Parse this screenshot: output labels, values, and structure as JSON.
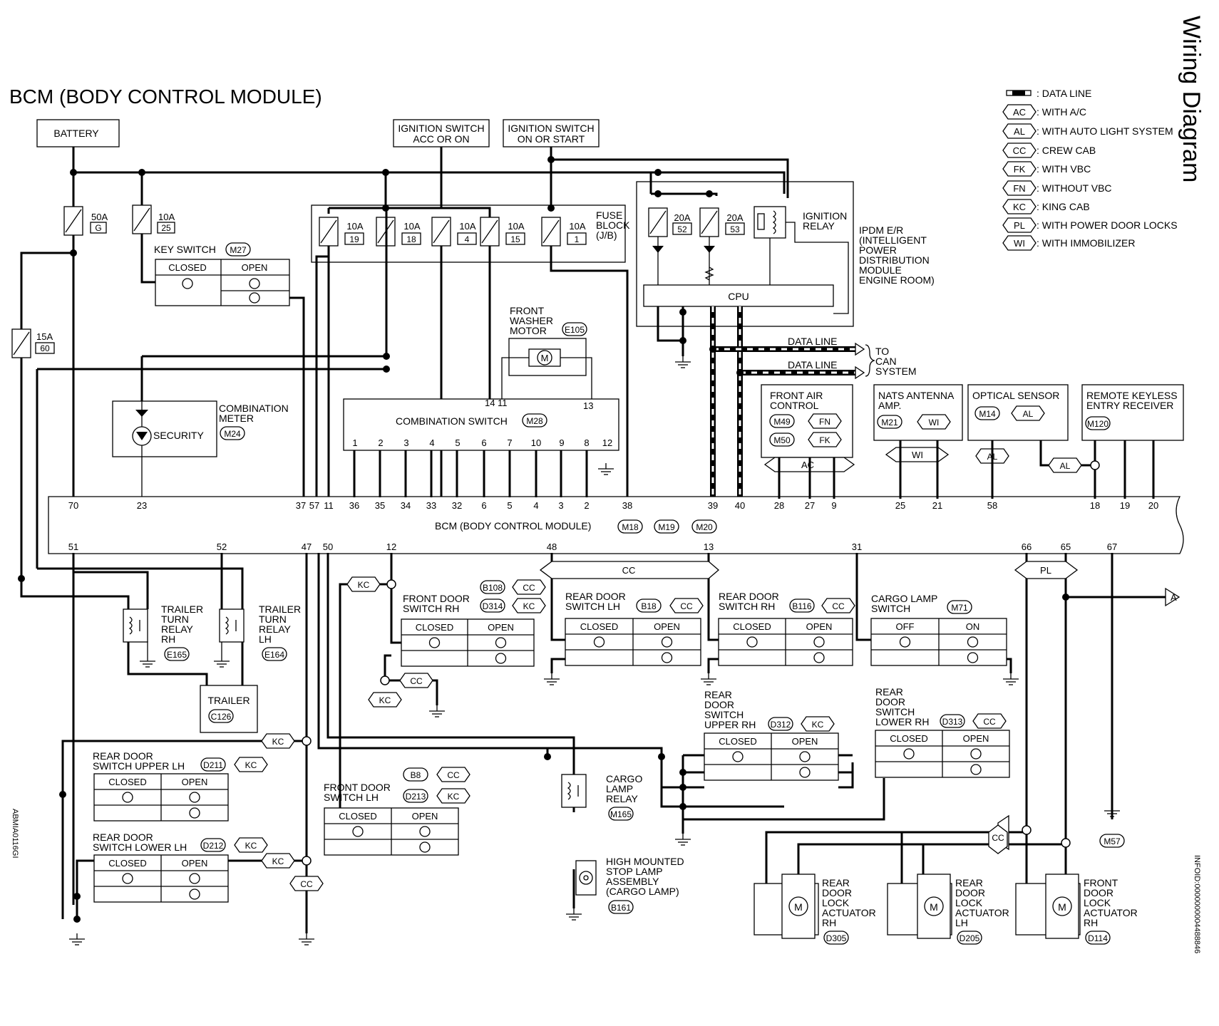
{
  "page": {
    "title": "BCM (BODY CONTROL MODULE)",
    "section": "Wiring Diagram",
    "figure_id": "ABMIA0116GI",
    "info_id": "INFOID:0000000004488846"
  },
  "legend": [
    {
      "symbol": "",
      "text": ": DATA LINE"
    },
    {
      "symbol": "AC",
      "text": ": WITH A/C"
    },
    {
      "symbol": "AL",
      "text": ": WITH AUTO LIGHT SYSTEM"
    },
    {
      "symbol": "CC",
      "text": ": CREW CAB"
    },
    {
      "symbol": "FK",
      "text": ": WITH VBC"
    },
    {
      "symbol": "FN",
      "text": ": WITHOUT VBC"
    },
    {
      "symbol": "KC",
      "text": ": KING CAB"
    },
    {
      "symbol": "PL",
      "text": ": WITH POWER DOOR LOCKS"
    },
    {
      "symbol": "WI",
      "text": ": WITH IMMOBILIZER"
    }
  ],
  "power": {
    "battery": "BATTERY",
    "ign_acc": [
      "IGNITION SWITCH",
      "ACC OR ON"
    ],
    "ign_start": [
      "IGNITION SWITCH",
      "ON OR START"
    ]
  },
  "fuses": {
    "f50": {
      "amp": "50A",
      "num": "G"
    },
    "f10_25": {
      "amp": "10A",
      "num": "25"
    },
    "f15": {
      "amp": "15A",
      "num": "60"
    },
    "jb": [
      {
        "amp": "10A",
        "num": "19"
      },
      {
        "amp": "10A",
        "num": "18"
      },
      {
        "amp": "10A",
        "num": "4"
      },
      {
        "amp": "10A",
        "num": "15"
      },
      {
        "amp": "10A",
        "num": "1"
      }
    ],
    "jb_label": [
      "FUSE",
      "BLOCK",
      "(J/B)"
    ],
    "ipdm": [
      {
        "amp": "20A",
        "num": "52"
      },
      {
        "amp": "20A",
        "num": "53"
      }
    ]
  },
  "ipdm": {
    "relay": [
      "IGNITION",
      "RELAY"
    ],
    "cpu": "CPU",
    "label": [
      "IPDM E/R",
      "(INTELLIGENT",
      "POWER",
      "DISTRIBUTION",
      "MODULE",
      "ENGINE ROOM)"
    ],
    "data_line": "DATA LINE",
    "can": [
      "TO",
      "CAN",
      "SYSTEM"
    ]
  },
  "key_switch": {
    "name": "KEY SWITCH",
    "conn": "M27",
    "closed": "CLOSED",
    "open": "OPEN"
  },
  "combo_meter": {
    "name": [
      "COMBINATION",
      "METER"
    ],
    "conn": "M24",
    "security": "SECURITY"
  },
  "washer": {
    "name": [
      "FRONT",
      "WASHER",
      "MOTOR"
    ],
    "conn": "E105"
  },
  "combo_switch": {
    "name": "COMBINATION SWITCH",
    "conn": "M28",
    "top_pins": [
      "14",
      "11",
      "13"
    ],
    "pins": [
      "1",
      "2",
      "3",
      "4",
      "5",
      "6",
      "7",
      "10",
      "9",
      "8",
      "12"
    ]
  },
  "front_air": {
    "name": [
      "FRONT AIR",
      "CONTROL"
    ],
    "conns": [
      {
        "c": "M49",
        "o": "FN"
      },
      {
        "c": "M50",
        "o": "FK"
      }
    ],
    "opt": "AC"
  },
  "nats": {
    "name": [
      "NATS ANTENNA",
      "AMP."
    ],
    "conn": "M21",
    "opt": "WI"
  },
  "optical": {
    "name": "OPTICAL SENSOR",
    "conn": "M14",
    "opt": "AL"
  },
  "keyless": {
    "name": [
      "REMOTE KEYLESS",
      "ENTRY RECEIVER"
    ],
    "conn": "M120"
  },
  "bcm": {
    "label": "BCM (BODY CONTROL MODULE)",
    "conns": [
      "M18",
      "M19",
      "M20"
    ],
    "top_pins": [
      "70",
      "23",
      "37",
      "57",
      "11",
      "36",
      "35",
      "34",
      "33",
      "32",
      "6",
      "5",
      "4",
      "3",
      "2",
      "38",
      "39",
      "40",
      "28",
      "27",
      "9",
      "25",
      "21",
      "58",
      "18",
      "19",
      "20"
    ],
    "bottom_pins": [
      "51",
      "52",
      "47",
      "50",
      "12",
      "48",
      "13",
      "31",
      "66",
      "65",
      "67"
    ]
  },
  "opts": {
    "kc": "KC",
    "cc": "CC",
    "pl": "PL",
    "al": "AL",
    "ac": "AC",
    "wi": "WI",
    "a": "A"
  },
  "trailer_rh": {
    "name": [
      "TRAILER",
      "TURN",
      "RELAY",
      "RH"
    ],
    "conn": "E165"
  },
  "trailer_lh": {
    "name": [
      "TRAILER",
      "TURN",
      "RELAY",
      "LH"
    ],
    "conn": "E164"
  },
  "trailer": {
    "name": "TRAILER",
    "conn": "C126"
  },
  "sw_front_rh": {
    "name": [
      "FRONT DOOR",
      "SWITCH RH"
    ],
    "conns": [
      {
        "c": "B108",
        "o": "CC"
      },
      {
        "c": "D314",
        "o": "KC"
      }
    ],
    "a": "CLOSED",
    "b": "OPEN"
  },
  "sw_rear_lh": {
    "name": [
      "REAR DOOR",
      "SWITCH LH"
    ],
    "conn": "B18",
    "opt": "CC",
    "a": "CLOSED",
    "b": "OPEN"
  },
  "sw_rear_rh": {
    "name": [
      "REAR DOOR",
      "SWITCH RH"
    ],
    "conn": "B116",
    "opt": "CC",
    "a": "CLOSED",
    "b": "OPEN"
  },
  "sw_cargo": {
    "name": [
      "CARGO LAMP",
      "SWITCH"
    ],
    "conn": "M71",
    "a": "OFF",
    "b": "ON"
  },
  "sw_upper_rh": {
    "name": [
      "REAR",
      "DOOR",
      "SWITCH",
      "UPPER RH"
    ],
    "conn": "D312",
    "opt": "KC",
    "a": "CLOSED",
    "b": "OPEN"
  },
  "sw_lower_rh": {
    "name": [
      "REAR",
      "DOOR",
      "SWITCH",
      "LOWER RH"
    ],
    "conn": "D313",
    "opt": "CC",
    "a": "CLOSED",
    "b": "OPEN"
  },
  "sw_upper_lh": {
    "name": [
      "REAR DOOR",
      "SWITCH UPPER LH"
    ],
    "conn": "D211",
    "opt": "KC",
    "a": "CLOSED",
    "b": "OPEN"
  },
  "sw_lower_lh": {
    "name": [
      "REAR DOOR",
      "SWITCH LOWER LH"
    ],
    "conn": "D212",
    "opt": "KC",
    "a": "CLOSED",
    "b": "OPEN"
  },
  "sw_front_lh": {
    "name": [
      "FRONT DOOR",
      "SWITCH LH"
    ],
    "conns": [
      {
        "c": "B8",
        "o": "CC"
      },
      {
        "c": "D213",
        "o": "KC"
      }
    ],
    "a": "CLOSED",
    "b": "OPEN"
  },
  "cargo_relay": {
    "name": [
      "CARGO",
      "LAMP",
      "RELAY"
    ],
    "conn": "M165"
  },
  "stop_lamp": {
    "name": [
      "HIGH MOUNTED",
      "STOP LAMP",
      "ASSEMBLY",
      "(CARGO LAMP)"
    ],
    "conn": "B161"
  },
  "act_rear_rh": {
    "name": [
      "REAR",
      "DOOR",
      "LOCK",
      "ACTUATOR",
      "RH"
    ],
    "conn": "D305"
  },
  "act_rear_lh": {
    "name": [
      "REAR",
      "DOOR",
      "LOCK",
      "ACTUATOR",
      "LH"
    ],
    "conn": "D205"
  },
  "act_front_rh": {
    "name": [
      "FRONT",
      "DOOR",
      "LOCK",
      "ACTUATOR",
      "RH"
    ],
    "conn": "D114"
  },
  "ground_m57": "M57"
}
